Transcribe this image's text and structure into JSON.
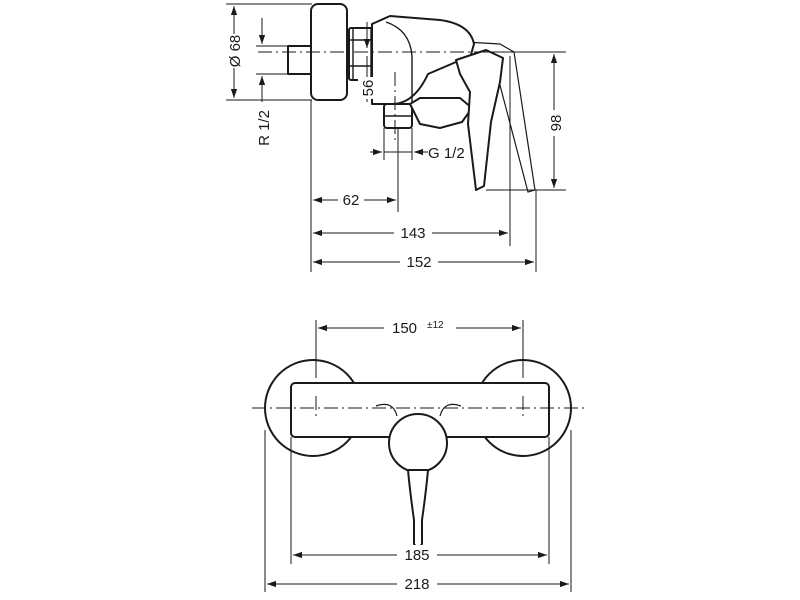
{
  "side_view": {
    "dimensions": {
      "diameter": "Ø 68",
      "thread_r": "R 1/2",
      "height_56": "56",
      "height_98": "98",
      "thread_g": "G 1/2",
      "depth_62": "62",
      "depth_143": "143",
      "depth_152": "152"
    }
  },
  "front_view": {
    "dimensions": {
      "spacing": "150",
      "spacing_tolerance": "±12",
      "width_185": "185",
      "width_218": "218"
    }
  }
}
